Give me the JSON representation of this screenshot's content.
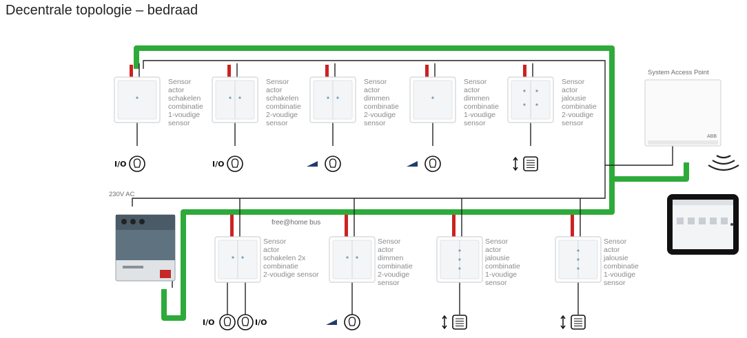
{
  "title": "Decentrale topologie – bedraad",
  "labels": {
    "ac": "230V AC",
    "bus": "free@home bus",
    "sap": "System Access Point",
    "sap_brand": "ABB"
  },
  "top_devices": [
    {
      "lines": [
        "Sensor",
        "actor",
        "schakelen",
        "combinatie",
        "1-voudige",
        "sensor"
      ],
      "load": "lamp",
      "load_label": "I/O",
      "buttons": 1
    },
    {
      "lines": [
        "Sensor",
        "actor",
        "schakelen",
        "combinatie",
        "2-voudige",
        "sensor"
      ],
      "load": "lamp",
      "load_label": "I/O",
      "buttons": 2
    },
    {
      "lines": [
        "Sensor",
        "actor",
        "dimmen",
        "combinatie",
        "2-voudige",
        "sensor"
      ],
      "load": "dim-lamp",
      "load_label": "",
      "buttons": 2
    },
    {
      "lines": [
        "Sensor",
        "actor",
        "dimmen",
        "combinatie",
        "1-voudige",
        "sensor"
      ],
      "load": "dim-lamp",
      "load_label": "",
      "buttons": 1
    },
    {
      "lines": [
        "Sensor",
        "actor",
        "jalousie",
        "combinatie",
        "2-voudige",
        "sensor"
      ],
      "load": "blind",
      "load_label": "",
      "buttons": 4
    }
  ],
  "bottom_devices": [
    {
      "lines": [
        "Sensor",
        "actor",
        "schakelen 2x",
        "combinatie",
        "2-voudige sensor"
      ],
      "load": "double-lamp",
      "load_label": "I/O",
      "buttons": 2
    },
    {
      "lines": [
        "Sensor",
        "actor",
        "dimmen",
        "combinatie",
        "2-voudige",
        "sensor"
      ],
      "load": "dim-lamp",
      "load_label": "",
      "buttons": 2
    },
    {
      "lines": [
        "Sensor",
        "actor",
        "jalousie",
        "combinatie",
        "1-voudige",
        "sensor"
      ],
      "load": "blind",
      "load_label": "",
      "buttons": 3
    },
    {
      "lines": [
        "Sensor",
        "actor",
        "jalousie",
        "combinatie",
        "1-voudige",
        "sensor"
      ],
      "load": "blind",
      "load_label": "",
      "buttons": 3
    }
  ],
  "colors": {
    "bus": "#2eaa3a",
    "wire": "#222222",
    "red_wire": "#cc2222",
    "panel": "#f4f5f6"
  }
}
